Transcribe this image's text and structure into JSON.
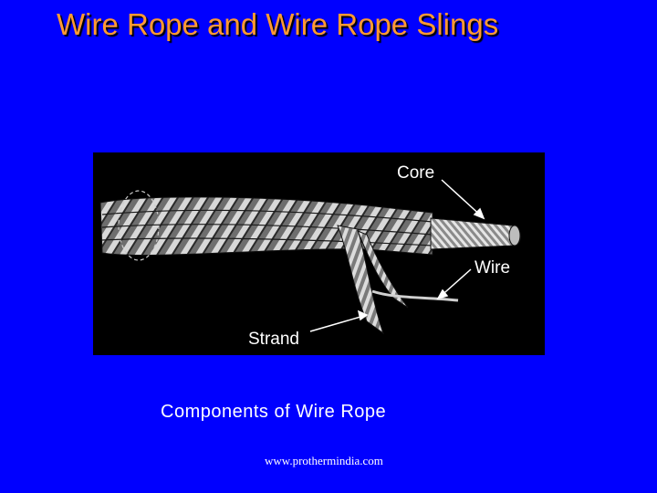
{
  "slide": {
    "title": "Wire Rope and Wire Rope Slings",
    "caption": "Components of Wire Rope",
    "footer": "www.prothermindia.com"
  },
  "figure": {
    "labels": {
      "core": "Core",
      "wire": "Wire",
      "strand": "Strand"
    }
  },
  "colors": {
    "background": "#0000ff",
    "title": "#ff9933",
    "figure_background": "#000000",
    "text": "#ffffff"
  }
}
